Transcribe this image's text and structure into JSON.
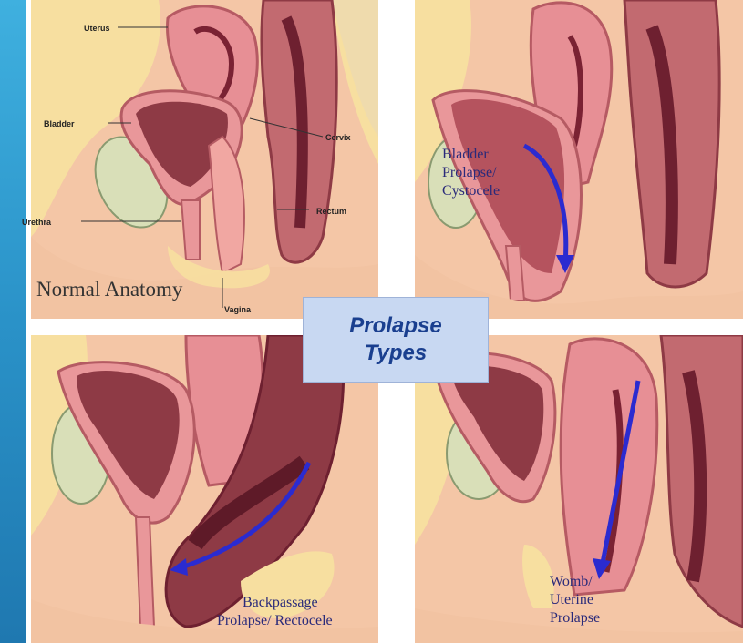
{
  "labels": {
    "uterus": "Uterus",
    "bladder": "Bladder",
    "cervix": "Cervix",
    "rectum": "Rectum",
    "urethra": "Urethra",
    "vagina": "Vagina",
    "normal_anatomy": "Normal Anatomy",
    "bladder_prolapse_1": "Bladder",
    "bladder_prolapse_2": "Prolapse/",
    "bladder_prolapse_3": "Cystocele",
    "back_passage_1": "Backpassage",
    "back_passage_2": "Prolapse/ Rectocele",
    "womb_1": "Womb/",
    "womb_2": "Uterine",
    "womb_3": "Prolapse"
  },
  "title": {
    "line1": "Prolapse",
    "line2": "Types"
  },
  "colors": {
    "accent_bar": "#2a92c8",
    "arrow": "#2b2bd0",
    "title_bg": "#c8d8f2",
    "title_text": "#1a3f8f"
  }
}
